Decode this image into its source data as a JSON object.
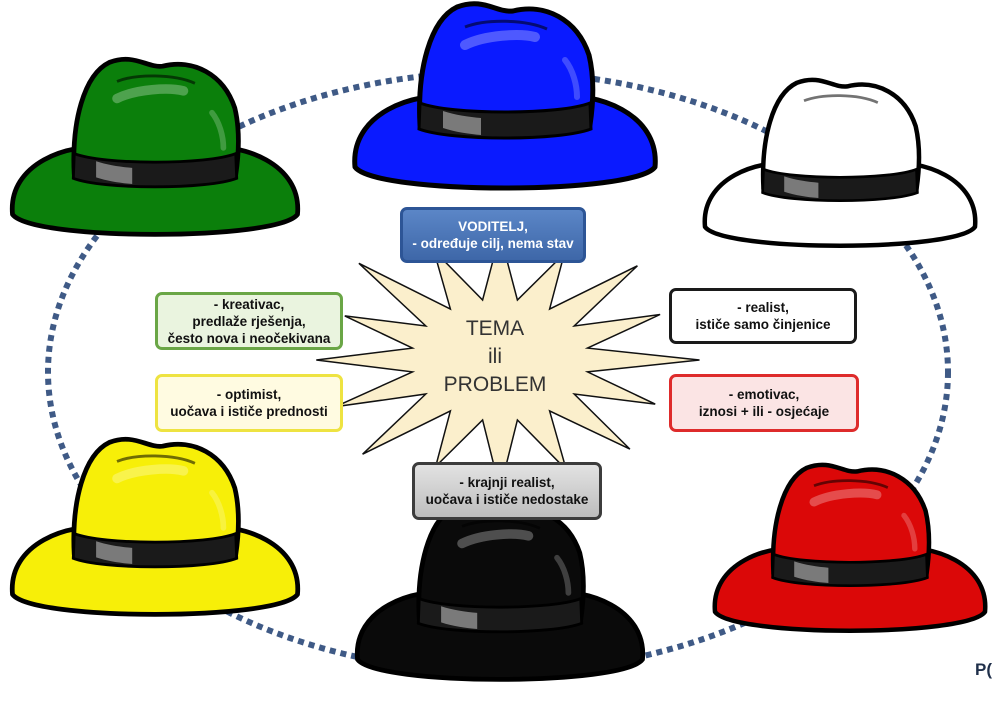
{
  "hats": [
    {
      "id": "green",
      "color": "#0b7f0b",
      "label": "- kreativac,\npredlaže rješenja,\nčesto nova i neočekivana"
    },
    {
      "id": "blue",
      "color": "#0a1aff",
      "label": "VODITELJ,\n- određuje cilj, nema stav"
    },
    {
      "id": "white",
      "color": "#ffffff",
      "label": "- realist,\nističe samo činjenice"
    },
    {
      "id": "yellow",
      "color": "#f7ef08",
      "label": "- optimist,\nuočava i ističe prednosti"
    },
    {
      "id": "black",
      "color": "#0a0a0a",
      "label": "- krajnji realist,\nuočava i ističe nedostake"
    },
    {
      "id": "red",
      "color": "#db0808",
      "label": "- emotivac,\niznosi + ili - osjećaje"
    }
  ],
  "center": {
    "label": "TEMA\nili\nPROBLEM",
    "fill": "#fbefcc"
  },
  "ring_color": "#3f5a86",
  "corner_text": "P("
}
